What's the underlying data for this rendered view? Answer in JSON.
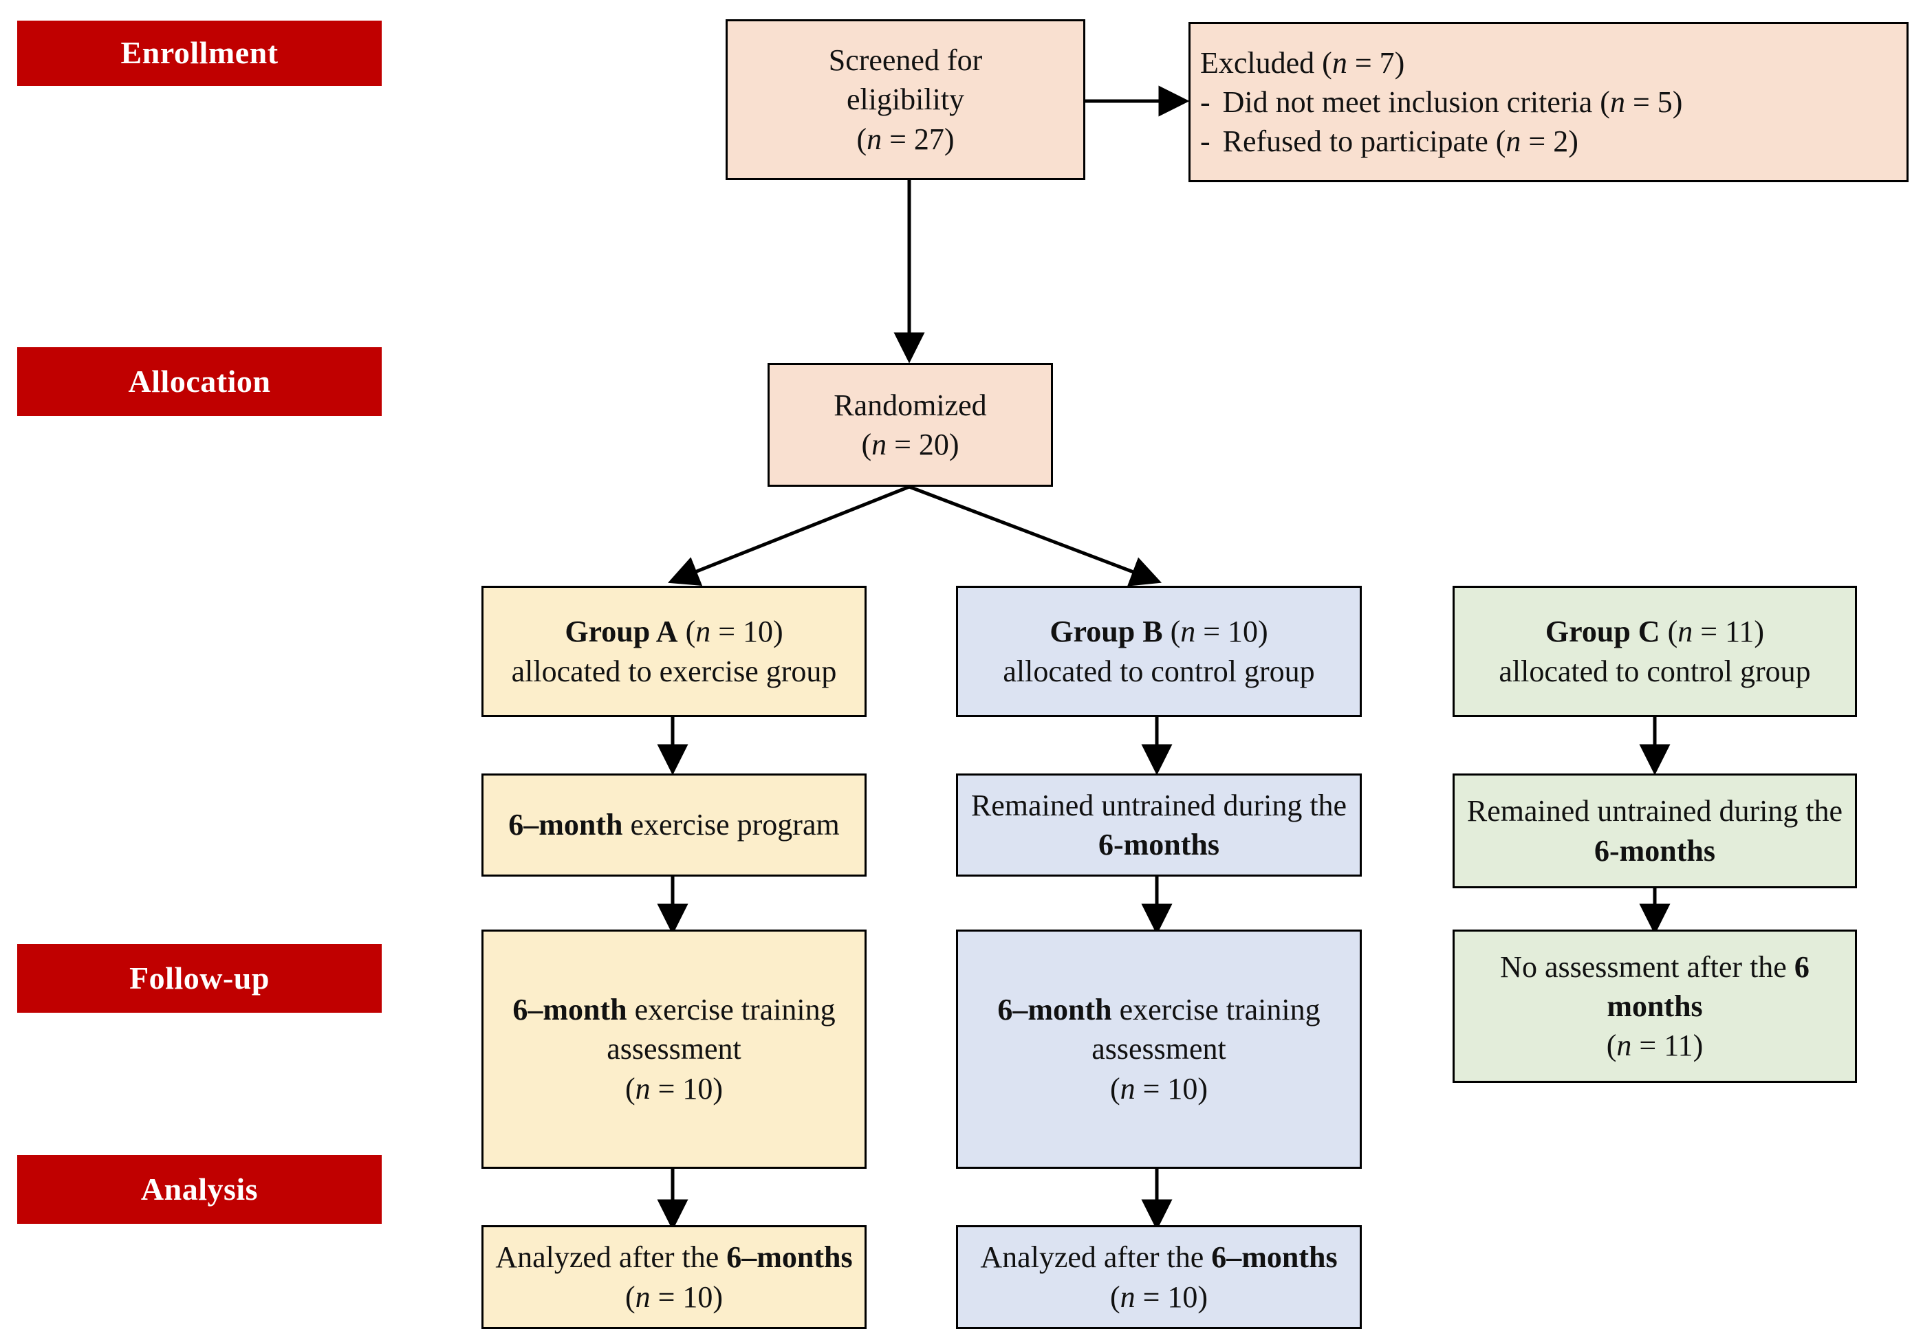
{
  "diagram": {
    "title": "CONSORT participant flow diagram",
    "colors": {
      "stage_label_bg": "#C00000",
      "stage_label_text": "#FFFFFF",
      "enrollment_box_fill": "#F9E0D0",
      "group_a_fill": "#FCEECB",
      "group_b_fill": "#DCE3F2",
      "group_c_fill": "#E3EDDA",
      "border": "#000000",
      "connector": "#000000"
    }
  },
  "stages": [
    {
      "id": "enrollment",
      "label": "Enrollment"
    },
    {
      "id": "allocation",
      "label": "Allocation"
    },
    {
      "id": "followup",
      "label": "Follow-up"
    },
    {
      "id": "analysis",
      "label": "Analysis"
    }
  ],
  "nodes": {
    "screened": {
      "line1": "Screened for",
      "line2": "eligibility",
      "n_open": "(",
      "n_var": "n",
      "n_eq": " = 27)",
      "n_full": "(n = 27)"
    },
    "excluded": {
      "head_text": "Excluded (",
      "head_var": "n",
      "head_tail": " = 7)",
      "head_full": "Excluded (n = 7)",
      "items": [
        {
          "dash": "-",
          "text": "Did not meet inclusion criteria (",
          "var": "n",
          "tail": " = 5)",
          "full": "Did not meet inclusion criteria (n = 5)"
        },
        {
          "dash": "-",
          "text": "Refused to participate (",
          "var": "n",
          "tail": " = 2)",
          "full": "Refused to participate (n = 2)"
        }
      ]
    },
    "randomized": {
      "line1": "Randomized",
      "n_open": "(",
      "n_var": "n",
      "n_eq": " = 20)",
      "n_full": "(n = 20)"
    },
    "group_a_alloc": {
      "bold_label": "Group A",
      "n_open": " (",
      "n_var": "n",
      "n_eq": " = 10)",
      "rest": "allocated to exercise group",
      "full": "Group A (n = 10) allocated to exercise group"
    },
    "group_b_alloc": {
      "bold_label": "Group B",
      "n_open": " (",
      "n_var": "n",
      "n_eq": " = 10)",
      "rest": "allocated to control group",
      "full": "Group B (n = 10) allocated to control group"
    },
    "group_c_alloc": {
      "bold_label": "Group C",
      "n_open": " (",
      "n_var": "n",
      "n_eq": " = 11)",
      "rest": "allocated to control group",
      "full": "Group C (n = 11) allocated to control group"
    },
    "group_a_intervention": {
      "bold_label": "6–month",
      "rest": " exercise program",
      "full": "6–month exercise program"
    },
    "group_b_intervention": {
      "pre": "Remained untrained during the ",
      "bold_label": "6-months",
      "full": "Remained untrained during the 6-months"
    },
    "group_c_intervention": {
      "pre": "Remained untrained during the ",
      "bold_label": "6-months",
      "full": "Remained untrained during the 6-months"
    },
    "group_a_followup": {
      "bold_label": "6–month",
      "rest": " exercise training assessment",
      "n_open": "(",
      "n_var": "n",
      "n_eq": " = 10)",
      "n_full": "(n = 10)",
      "full": "6–month exercise training assessment (n = 10)"
    },
    "group_b_followup": {
      "bold_label": "6–month",
      "rest": " exercise training assessment",
      "n_open": "(",
      "n_var": "n",
      "n_eq": " = 10)",
      "n_full": "(n = 10)",
      "full": "6–month exercise training assessment (n = 10)"
    },
    "group_c_followup": {
      "pre": "No assessment after the ",
      "bold_label": "6 months",
      "n_open": "(",
      "n_var": "n",
      "n_eq": " = 11)",
      "n_full": "(n = 11)",
      "full": "No assessment after the 6 months (n = 11)"
    },
    "group_a_analysis": {
      "pre": "Analyzed after the ",
      "bold_label": "6–months",
      "n_open": "(",
      "n_var": "n",
      "n_eq": " = 10)",
      "n_full": "(n = 10)",
      "full": "Analyzed after the 6–months (n = 10)"
    },
    "group_b_analysis": {
      "pre": "Analyzed after the ",
      "bold_label": "6–months",
      "n_open": "(",
      "n_var": "n",
      "n_eq": " = 10)",
      "n_full": "(n = 10)",
      "full": "Analyzed after the 6–months (n = 10)"
    }
  },
  "counts": {
    "screened": 27,
    "excluded_total": 7,
    "excluded_no_inclusion": 5,
    "excluded_refused": 2,
    "randomized": 20,
    "group_a": 10,
    "group_b": 10,
    "group_c": 11,
    "group_a_followup": 10,
    "group_b_followup": 10,
    "group_c_followup": 11,
    "group_a_analyzed": 10,
    "group_b_analyzed": 10
  }
}
